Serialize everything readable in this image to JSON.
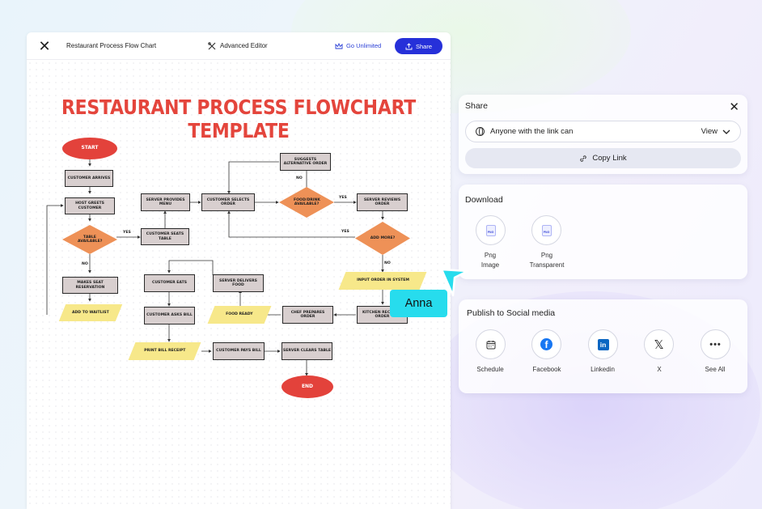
{
  "editor": {
    "title": "Restaurant Process Flow Chart",
    "advanced_editor": "Advanced Editor",
    "go_unlimited": "Go Unlimited",
    "share_button": "Share"
  },
  "flowchart": {
    "title": "RESTAURANT PROCESS FLOWCHART TEMPLATE",
    "start": "START",
    "end": "END",
    "customer_arrives": "CUSTOMER ARRIVES",
    "host_greets": "HOST GREETS CUSTOMER",
    "table_available": "TABLE AVAILABLE?",
    "makes_reservation": "MAKES SEAT RESERVATION",
    "add_to_waitlist": "ADD TO WAITLIST",
    "customer_seats_table": "CUSTOMER SEATS TABLE",
    "server_provides_menu": "SERVER PROVIDES MENU",
    "customer_selects_order": "CUSTOMER SELECTS ORDER",
    "food_drink_available": "FOOD/DRINK AVAILABLE?",
    "suggests_alternative": "SUGGESTS ALTERNATIVE ORDER",
    "server_reviews_order": "SERVER REVIEWS ORDER",
    "add_more": "ADD MORE?",
    "input_order": "INPUT ORDER IN SYSTEM",
    "kitchen_receives": "KITCHEN RECEIVES ORDER",
    "chef_prepares": "CHEF PREPARES ORDER",
    "food_ready": "FOOD READY",
    "server_delivers": "SERVER DELIVERS FOOD",
    "customer_eats": "CUSTOMER EATS",
    "customer_asks_bill": "CUSTOMER ASKS BILL",
    "print_bill": "PRINT BILL RECEIPT",
    "customer_pays": "CUSTOMER PAYS BILL",
    "server_clears": "SERVER CLEARS TABLE",
    "yes": "YES",
    "no": "NO"
  },
  "share_panel": {
    "title": "Share",
    "link_access": "Anyone with the link can",
    "permission": "View",
    "copy_link": "Copy Link"
  },
  "download_panel": {
    "title": "Download",
    "items": [
      {
        "label": "Png",
        "sub": "Image",
        "icon": "png-file-icon"
      },
      {
        "label": "Png",
        "sub": "Transparent",
        "icon": "png-file-icon"
      }
    ],
    "file_badge": "PNG"
  },
  "social_panel": {
    "title": "Publish to Social media",
    "items": [
      {
        "label": "Schedule",
        "icon": "calendar-icon"
      },
      {
        "label": "Facebook",
        "icon": "facebook-icon"
      },
      {
        "label": "Linkedin",
        "icon": "linkedin-icon"
      },
      {
        "label": "X",
        "icon": "x-icon"
      },
      {
        "label": "See All",
        "icon": "more-icon"
      }
    ]
  },
  "cursor_label": "Anna",
  "colors": {
    "accent": "#2630d9",
    "flow_red": "#e3423b",
    "flow_orange": "#ee9157",
    "flow_yellow": "#f7e88a",
    "flow_box": "#d8cfcf",
    "cursor": "#27dced"
  }
}
